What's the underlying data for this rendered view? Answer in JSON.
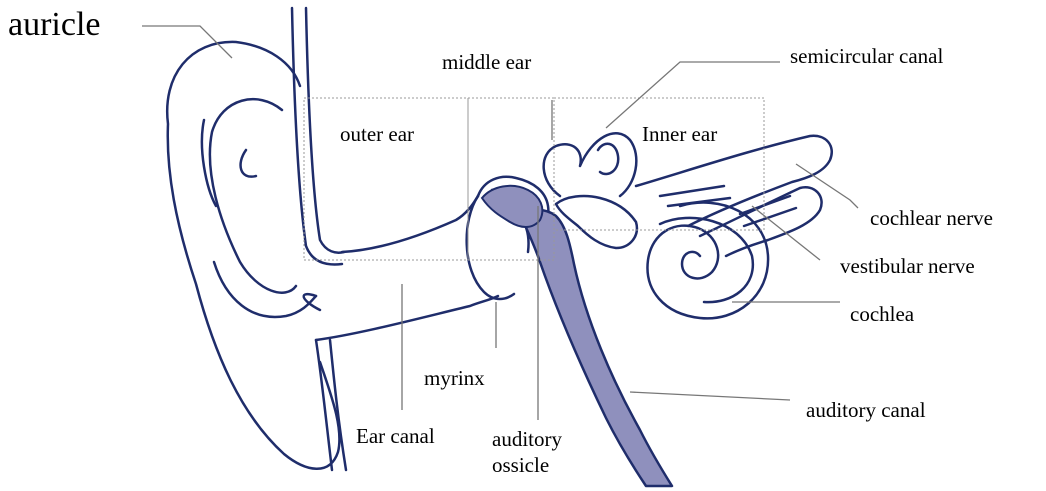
{
  "labels": {
    "auricle": "auricle",
    "middle_ear": "middle ear",
    "semicircular_canal": "semicircular canal",
    "outer_ear": "outer ear",
    "inner_ear": "Inner ear",
    "cochlear_nerve": "cochlear nerve",
    "vestibular_nerve": "vestibular nerve",
    "cochlea": "cochlea",
    "myrinx": "myrinx",
    "auditory_canal": "auditory canal",
    "ear_canal": "Ear canal",
    "auditory_ossicle": "auditory\nossicle"
  },
  "colors": {
    "line": "#1f2d6b",
    "fill": "#8f90bd",
    "leader": "#777777",
    "box": "#999999"
  }
}
